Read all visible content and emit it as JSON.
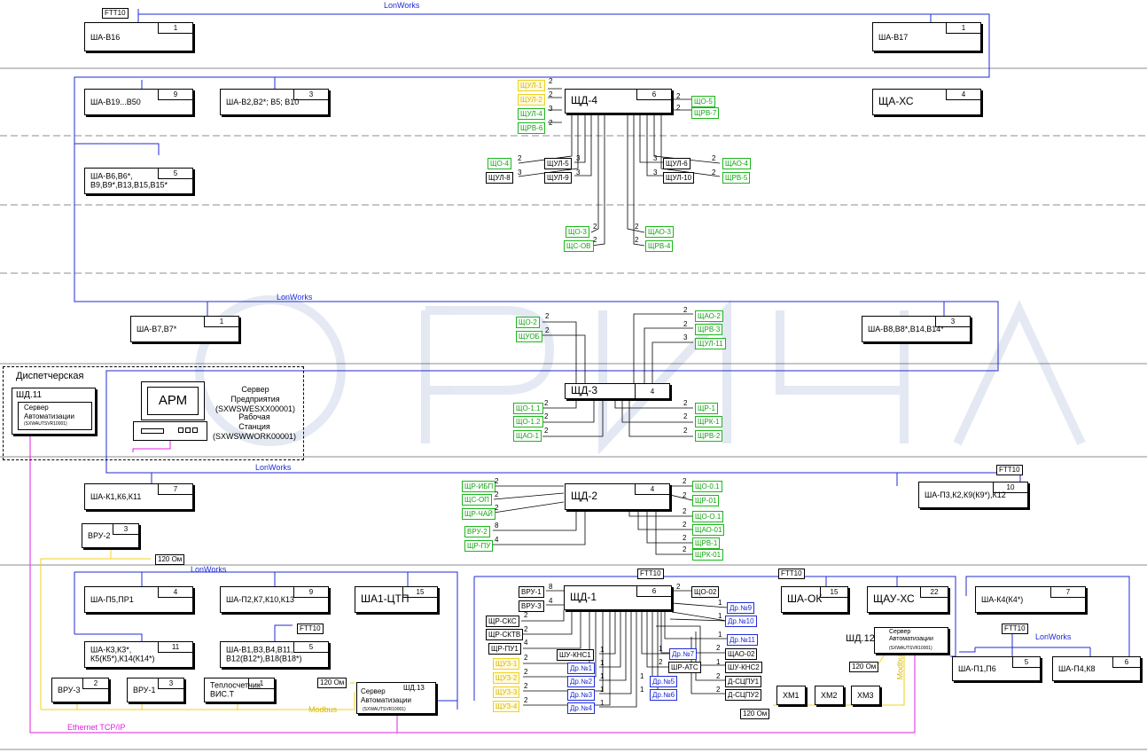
{
  "bus_labels": {
    "lonworks": "LonWorks",
    "modbus": "Modbus",
    "ethernet": "Ethernet TCP/IP"
  },
  "dispatcher": {
    "title": "Диспетчерская",
    "shd_label": "ШД.11",
    "server_title": "Сервер\nАвтоматизации",
    "server_id": "(SXWAUTSVR10001)",
    "arm_label": "АРМ",
    "ent_server": "Сервер\nПредприятия\n(SXWSWESXX00001)",
    "workstation": "Рабочая\nСтанция\n(SXWSWWORK00001)"
  },
  "ftt_label": "FTT10",
  "resistor_label": "120 Ом",
  "panels": [
    {
      "name": "ША-В16",
      "num": "1"
    },
    {
      "name": "ША-В17",
      "num": "1"
    },
    {
      "name": "ША-В19...В50",
      "num": "9"
    },
    {
      "name": "ША-В2,В2*; В5; В10",
      "num": "3"
    },
    {
      "name": "ЩД-4",
      "num": "6"
    },
    {
      "name": "ЩА-ХС",
      "num": "4"
    },
    {
      "name": "ША-В6,В6*,\nВ9,В9*,В13,В15,В15*",
      "num": "5"
    },
    {
      "name": "ША-В7,В7*",
      "num": "1"
    },
    {
      "name": "ША-В8,В8*,В14,В14*",
      "num": "3"
    },
    {
      "name": "ЩД-3",
      "num": "4"
    },
    {
      "name": "ША-К1,К6,К11",
      "num": "7"
    },
    {
      "name": "ЩД-2",
      "num": "4"
    },
    {
      "name": "ША-П3,К2,К9(К9*),К12",
      "num": "10"
    },
    {
      "name": "ВРУ-2",
      "num": "3"
    },
    {
      "name": "ША-П5,ПР1",
      "num": "4"
    },
    {
      "name": "ША-П2,К7,К10,К13",
      "num": "9"
    },
    {
      "name": "ША1-ЦТП",
      "num": "15"
    },
    {
      "name": "ЩД-1",
      "num": "6"
    },
    {
      "name": "ША-ОК",
      "num": "15"
    },
    {
      "name": "ЩАУ-ХС",
      "num": "22"
    },
    {
      "name": "ША-К4(К4*)",
      "num": "7"
    },
    {
      "name": "ША-К3,К3*,\nК5(К5*),К14(К14*)",
      "num": "11"
    },
    {
      "name": "ША-В1,В3,В4,В11,\nВ12(В12*),В18(В18*)",
      "num": "5"
    },
    {
      "name": "ВРУ-3",
      "num": "2"
    },
    {
      "name": "ВРУ-1",
      "num": "3"
    },
    {
      "name": "Теплосчетчик\nВИС.Т",
      "num": "1"
    },
    {
      "name": "ША-П1,П6",
      "num": "5"
    },
    {
      "name": "ША-П4,К8",
      "num": "6"
    }
  ],
  "servers": [
    {
      "name": "ШД.13",
      "title": "Сервер\nАвтоматизации",
      "id": "(SXWAUTSVR10001)"
    },
    {
      "name": "ШД.12",
      "title": "Сервер\nАвтоматизации",
      "id": "(SXWAUTSVR10001)"
    }
  ],
  "xm": [
    "ХМ1",
    "ХМ2",
    "ХМ3"
  ],
  "shd4": {
    "left": [
      {
        "t": "ЩУЛ-1",
        "n": "2",
        "c": "y"
      },
      {
        "t": "ЩУЛ-2",
        "n": "2",
        "c": "y"
      },
      {
        "t": "ЩУЛ-4",
        "n": "3",
        "c": "g"
      },
      {
        "t": "ЩРВ-6",
        "n": "2",
        "c": "g"
      }
    ],
    "right": [
      {
        "t": "ЩО-5",
        "n": "2",
        "c": "g"
      },
      {
        "t": "ЩРВ-7",
        "n": "2",
        "c": "g"
      }
    ],
    "bottom": [
      {
        "t": "ЩО-4",
        "n": "2",
        "c": "g"
      },
      {
        "t": "ЩУЛ-8",
        "n": "3",
        "c": "k"
      },
      {
        "t": "ЩУЛ-5",
        "n": "3",
        "c": "k"
      },
      {
        "t": "ЩУЛ-9",
        "n": "3",
        "c": "k"
      },
      {
        "t": "ЩУЛ-6",
        "n": "3",
        "c": "k"
      },
      {
        "t": "ЩУЛ-10",
        "n": "3",
        "c": "k"
      },
      {
        "t": "ЩАО-4",
        "n": "2",
        "c": "g"
      },
      {
        "t": "ЩРВ-5",
        "n": "2",
        "c": "g"
      },
      {
        "t": "ЩО-3",
        "n": "2",
        "c": "g"
      },
      {
        "t": "ЩС-ОВ",
        "n": "2",
        "c": "g"
      },
      {
        "t": "ЩАО-3",
        "n": "2",
        "c": "g"
      },
      {
        "t": "ЩРВ-4",
        "n": "2",
        "c": "g"
      }
    ]
  },
  "shd3": {
    "top": [
      {
        "t": "ЩО-2",
        "n": "2",
        "c": "g"
      },
      {
        "t": "ЩУОБ",
        "n": "2",
        "c": "g"
      },
      {
        "t": "ЩАО-2",
        "n": "2",
        "c": "g"
      },
      {
        "t": "ЩРВ-3",
        "n": "2",
        "c": "g"
      },
      {
        "t": "ЩУЛ-11",
        "n": "3",
        "c": "g"
      }
    ],
    "bottom": [
      {
        "t": "ЩО-1.1",
        "n": "2",
        "c": "g"
      },
      {
        "t": "ЩО-1.2",
        "n": "2",
        "c": "g"
      },
      {
        "t": "ЩАО-1",
        "n": "2",
        "c": "g"
      },
      {
        "t": "ЩР-1",
        "n": "2",
        "c": "g"
      },
      {
        "t": "ЩРК-1",
        "n": "2",
        "c": "g"
      },
      {
        "t": "ЩРВ-2",
        "n": "2",
        "c": "g"
      }
    ]
  },
  "shd2": {
    "left": [
      {
        "t": "ЩР-ИБП",
        "n": "2",
        "c": "g"
      },
      {
        "t": "ЩС-ОП",
        "n": "2",
        "c": "g"
      },
      {
        "t": "ЩР-ЧАЙ",
        "n": "2",
        "c": "g"
      },
      {
        "t": "ВРУ-2",
        "n": "8",
        "c": "g"
      },
      {
        "t": "ЩР-ПУ",
        "n": "4",
        "c": "g"
      }
    ],
    "right": [
      {
        "t": "ЩО-0.1",
        "n": "2",
        "c": "g"
      },
      {
        "t": "ЩР-01",
        "n": "2",
        "c": "g"
      },
      {
        "t": "ЩО-О.1",
        "n": "2",
        "c": "g"
      },
      {
        "t": "ЩАО-01",
        "n": "2",
        "c": "g"
      },
      {
        "t": "ЩРВ-1",
        "n": "2",
        "c": "g"
      },
      {
        "t": "ЩРК-01",
        "n": "2",
        "c": "g"
      }
    ]
  },
  "shd1": {
    "left": [
      {
        "t": "ВРУ-1",
        "n": "8",
        "c": "k"
      },
      {
        "t": "ВРУ-3",
        "n": "4",
        "c": "k"
      },
      {
        "t": "ЩР-СКС",
        "n": "2",
        "c": "k"
      },
      {
        "t": "ЩР-СКТВ",
        "n": "2",
        "c": "k"
      },
      {
        "t": "ЩР-ПУ1",
        "n": "4",
        "c": "k"
      },
      {
        "t": "ЩУЗ-1",
        "n": "2",
        "c": "y"
      },
      {
        "t": "ЩУЗ-2",
        "n": "2",
        "c": "y"
      },
      {
        "t": "ЩУЗ-3",
        "n": "2",
        "c": "y"
      },
      {
        "t": "ЩУЗ-4",
        "n": "2",
        "c": "y"
      }
    ],
    "mid": [
      {
        "t": "ШУ-КНС1",
        "n": "1",
        "c": "k"
      },
      {
        "t": "Др.№1",
        "n": "1",
        "c": "bl"
      },
      {
        "t": "Др.№2",
        "n": "1",
        "c": "bl"
      },
      {
        "t": "Др.№3",
        "n": "1",
        "c": "bl"
      },
      {
        "t": "Др.№4",
        "n": "1",
        "c": "bl"
      },
      {
        "t": "Др.№7",
        "n": "1",
        "c": "bl"
      },
      {
        "t": "ШР-АТС",
        "n": "2",
        "c": "k"
      },
      {
        "t": "Др.№5",
        "n": "1",
        "c": "bl"
      },
      {
        "t": "Др.№6",
        "n": "1",
        "c": "bl"
      }
    ],
    "right": [
      {
        "t": "ЩО-02",
        "n": "2",
        "c": "k"
      },
      {
        "t": "Др.№9",
        "n": "1",
        "c": "bl"
      },
      {
        "t": "Др.№10",
        "n": "1",
        "c": "bl"
      },
      {
        "t": "Др.№11",
        "n": "1",
        "c": "bl"
      },
      {
        "t": "ЩАО-02",
        "n": "2",
        "c": "k"
      },
      {
        "t": "ШУ-КНС2",
        "n": "1",
        "c": "k"
      },
      {
        "t": "Д-СЦПУ1",
        "n": "2",
        "c": "k"
      },
      {
        "t": "Д-СЦПУ2",
        "n": "2",
        "c": "k"
      }
    ]
  },
  "colors": {
    "lonworks": "#1f2bd6",
    "modbus": "#f0d21c",
    "ethernet": "#e020e0",
    "green": "#13a313"
  }
}
